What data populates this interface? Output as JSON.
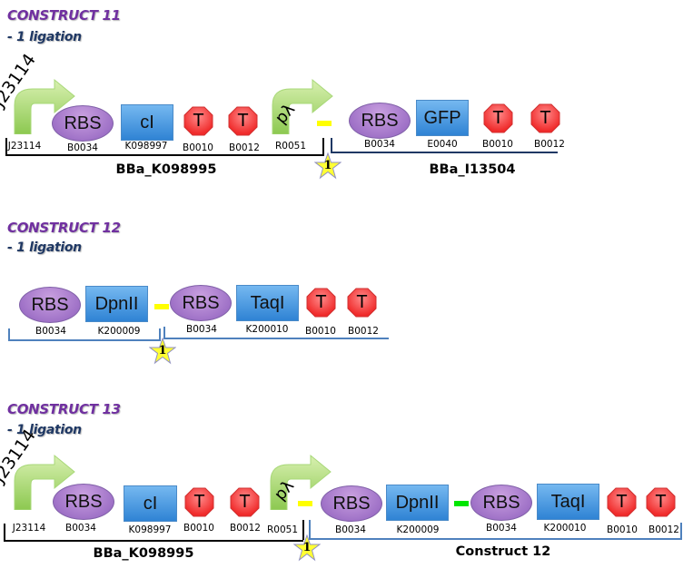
{
  "colors": {
    "title": "#7030A0",
    "subtitle": "#1F3864",
    "rbs": "#A37AC9",
    "cds": "#3F8FDB",
    "terminator": "#FF4444",
    "promoter": "#A6D86E",
    "scar_yellow": "#FFFF00",
    "scar_green": "#00E600",
    "bracket_black": "#000000",
    "bracket_blue": "#4F81BD",
    "star": "#FFFF33"
  },
  "constructs": [
    {
      "title": "CONSTRUCT  11",
      "subtitle": "- 1 ligation",
      "promoters": [
        {
          "text": "J23114",
          "part": "J23114"
        },
        {
          "text": "pλ",
          "part": "R0051"
        }
      ],
      "parts": {
        "rbs1": {
          "text": "RBS",
          "part": "B0034"
        },
        "cds1": {
          "text": "cI",
          "part": "K098997"
        },
        "t1": {
          "text": "T",
          "part": "B0010"
        },
        "t2": {
          "text": "T",
          "part": "B0012"
        },
        "rbs2": {
          "text": "RBS",
          "part": "B0034"
        },
        "cds2": {
          "text": "GFP",
          "part": "E0040"
        },
        "t3": {
          "text": "T",
          "part": "B0010"
        },
        "t4": {
          "text": "T",
          "part": "B0012"
        }
      },
      "brackets": [
        {
          "label": "BBa_K098995"
        },
        {
          "label": "BBa_I13504"
        }
      ],
      "ligation_star": "1"
    },
    {
      "title": "CONSTRUCT  12",
      "subtitle": "- 1 ligation",
      "parts": {
        "rbs1": {
          "text": "RBS",
          "part": "B0034"
        },
        "cds1": {
          "text": "DpnII",
          "part": "K200009"
        },
        "rbs2": {
          "text": "RBS",
          "part": "B0034"
        },
        "cds2": {
          "text": "TaqI",
          "part": "K200010"
        },
        "t1": {
          "text": "T",
          "part": "B0010"
        },
        "t2": {
          "text": "T",
          "part": "B0012"
        }
      },
      "ligation_star": "1"
    },
    {
      "title": "CONSTRUCT  13",
      "subtitle": "- 1 ligation",
      "promoters": [
        {
          "text": "J23114",
          "part": "J23114"
        },
        {
          "text": "pλ",
          "part": "R0051"
        }
      ],
      "parts": {
        "rbs1": {
          "text": "RBS",
          "part": "B0034"
        },
        "cds1": {
          "text": "cI",
          "part": "K098997"
        },
        "t1": {
          "text": "T",
          "part": "B0010"
        },
        "t2": {
          "text": "T",
          "part": "B0012"
        },
        "rbs2": {
          "text": "RBS",
          "part": "B0034"
        },
        "cds2": {
          "text": "DpnII",
          "part": "K200009"
        },
        "rbs3": {
          "text": "RBS",
          "part": "B0034"
        },
        "cds3": {
          "text": "TaqI",
          "part": "K200010"
        },
        "t3": {
          "text": "T",
          "part": "B0010"
        },
        "t4": {
          "text": "T",
          "part": "B0012"
        }
      },
      "brackets": [
        {
          "label": "BBa_K098995"
        },
        {
          "label": "Construct 12"
        }
      ],
      "ligation_star": "1"
    }
  ]
}
